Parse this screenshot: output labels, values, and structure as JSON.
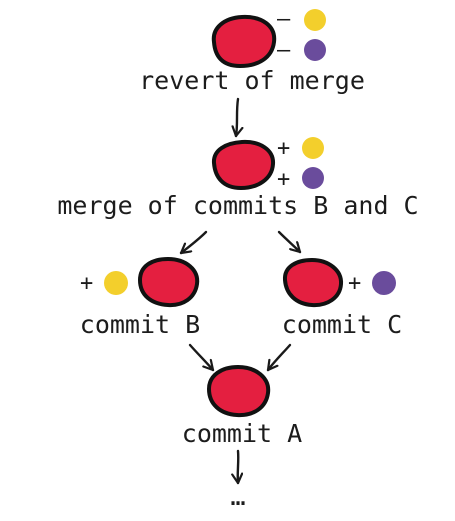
{
  "colors": {
    "commit": "#e41f40",
    "yellow_change": "#f3cf2c",
    "purple_change": "#6a4c9c"
  },
  "nodes": {
    "revert": {
      "label": "revert of merge",
      "changes": [
        {
          "sign": "–",
          "color": "yellow",
          "icon": "yellow-dot-icon"
        },
        {
          "sign": "–",
          "color": "purple",
          "icon": "purple-dot-icon"
        }
      ]
    },
    "merge": {
      "label": "merge of commits B and C",
      "changes": [
        {
          "sign": "+",
          "color": "yellow",
          "icon": "yellow-dot-icon"
        },
        {
          "sign": "+",
          "color": "purple",
          "icon": "purple-dot-icon"
        }
      ]
    },
    "commit_b": {
      "label": "commit B",
      "changes": [
        {
          "sign": "+",
          "color": "yellow",
          "icon": "yellow-dot-icon"
        }
      ]
    },
    "commit_c": {
      "label": "commit C",
      "changes": [
        {
          "sign": "+",
          "color": "purple",
          "icon": "purple-dot-icon"
        }
      ]
    },
    "commit_a": {
      "label": "commit A"
    }
  },
  "edges": [
    {
      "from": "revert",
      "to": "merge"
    },
    {
      "from": "merge",
      "to": "commit_b"
    },
    {
      "from": "merge",
      "to": "commit_c"
    },
    {
      "from": "commit_b",
      "to": "commit_a"
    },
    {
      "from": "commit_c",
      "to": "commit_a"
    },
    {
      "from": "commit_a",
      "to": "history"
    }
  ],
  "history_ellipsis": "…"
}
